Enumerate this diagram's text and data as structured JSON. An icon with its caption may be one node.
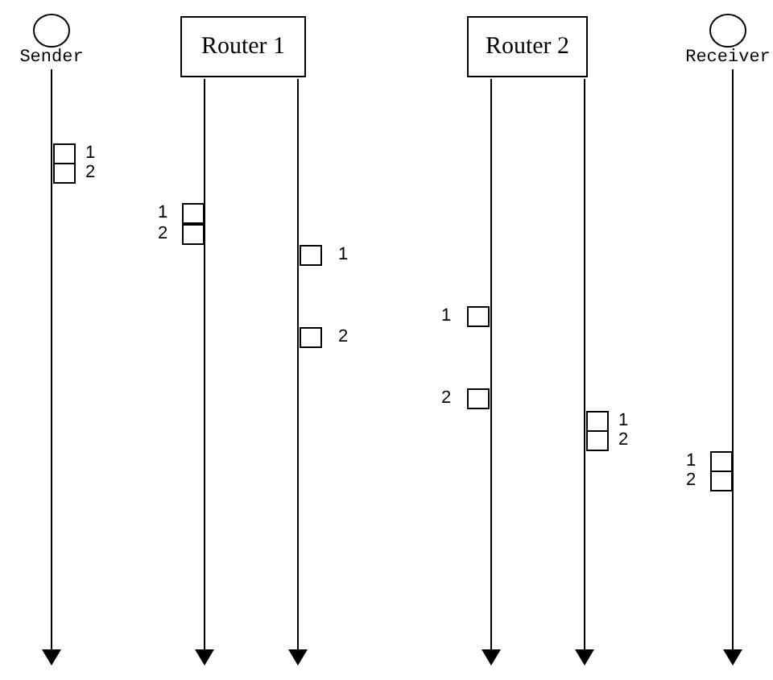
{
  "diagram": {
    "nodes": [
      {
        "text": [
          "Sender"
        ]
      },
      {
        "text": [
          "Router 1"
        ]
      },
      {
        "text": [
          "Router 2"
        ]
      },
      {
        "text": [
          "Receiver"
        ]
      }
    ],
    "edges": [
      {
        "from": 0,
        "to": null,
        "arrow": "to"
      },
      {
        "from": 1,
        "to": null,
        "arrow": "to"
      },
      {
        "from": 1,
        "to": null,
        "arrow": "to"
      },
      {
        "from": 2,
        "to": null,
        "arrow": "to"
      },
      {
        "from": 2,
        "to": null,
        "arrow": "to"
      },
      {
        "from": 3,
        "to": null,
        "arrow": "to"
      }
    ],
    "labels": [
      "1",
      "2",
      "1",
      "2",
      "1",
      "1",
      "2",
      "2",
      "1",
      "2",
      "1",
      "2"
    ]
  }
}
